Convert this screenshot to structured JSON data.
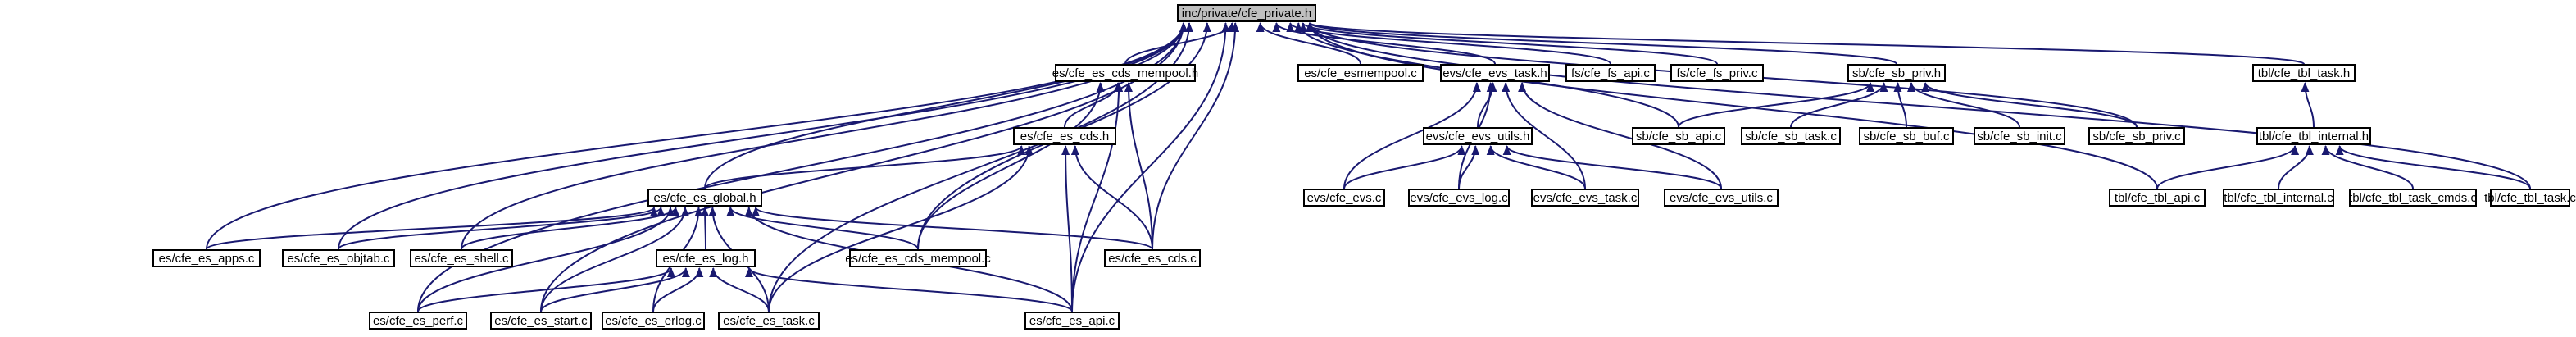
{
  "colors": {
    "edge": "#191970",
    "node_border": "#000000",
    "root_fill": "#bfbfbf",
    "node_fill": "#ffffff"
  },
  "nodes": {
    "root": "inc/private/cfe_private.h",
    "cds_mempool_h": "es/cfe_es_cds_mempool.h",
    "esmempool": "es/cfe_esmempool.c",
    "evs_task_h": "evs/cfe_evs_task.h",
    "fs_api": "fs/cfe_fs_api.c",
    "fs_priv": "fs/cfe_fs_priv.c",
    "sb_priv_h": "sb/cfe_sb_priv.h",
    "tbl_task_h": "tbl/cfe_tbl_task.h",
    "cds_h": "es/cfe_es_cds.h",
    "evs_utils_h": "evs/cfe_evs_utils.h",
    "sb_api": "sb/cfe_sb_api.c",
    "sb_task": "sb/cfe_sb_task.c",
    "sb_buf": "sb/cfe_sb_buf.c",
    "sb_init": "sb/cfe_sb_init.c",
    "sb_priv": "sb/cfe_sb_priv.c",
    "tbl_internal_h": "tbl/cfe_tbl_internal.h",
    "global_h": "es/cfe_es_global.h",
    "evs": "evs/cfe_evs.c",
    "evs_log": "evs/cfe_evs_log.c",
    "evs_task": "evs/cfe_evs_task.c",
    "evs_utils": "evs/cfe_evs_utils.c",
    "tbl_api": "tbl/cfe_tbl_api.c",
    "tbl_internal": "tbl/cfe_tbl_internal.c",
    "tbl_task_cmds": "tbl/cfe_tbl_task_cmds.c",
    "tbl_task": "tbl/cfe_tbl_task.c",
    "apps": "es/cfe_es_apps.c",
    "objtab": "es/cfe_es_objtab.c",
    "shell": "es/cfe_es_shell.c",
    "log_h": "es/cfe_es_log.h",
    "cds_mempool": "es/cfe_es_cds_mempool.c",
    "cds": "es/cfe_es_cds.c",
    "perf": "es/cfe_es_perf.c",
    "start": "es/cfe_es_start.c",
    "erlog": "es/cfe_es_erlog.c",
    "es_task": "es/cfe_es_task.c",
    "api": "es/cfe_es_api.c"
  },
  "edges": [
    [
      "cds_mempool_h",
      "root"
    ],
    [
      "esmempool",
      "root"
    ],
    [
      "evs_task_h",
      "root"
    ],
    [
      "fs_api",
      "root"
    ],
    [
      "fs_priv",
      "root"
    ],
    [
      "sb_priv_h",
      "root"
    ],
    [
      "tbl_task_h",
      "root"
    ],
    [
      "global_h",
      "root"
    ],
    [
      "apps",
      "root"
    ],
    [
      "objtab",
      "root"
    ],
    [
      "shell",
      "root"
    ],
    [
      "cds_mempool",
      "root"
    ],
    [
      "cds",
      "root"
    ],
    [
      "api",
      "root"
    ],
    [
      "perf",
      "root"
    ],
    [
      "start",
      "root"
    ],
    [
      "es_task",
      "root"
    ],
    [
      "sb_api",
      "root"
    ],
    [
      "sb_priv",
      "root"
    ],
    [
      "tbl_task",
      "root"
    ],
    [
      "tbl_api",
      "root"
    ],
    [
      "cds_h",
      "cds_mempool_h"
    ],
    [
      "cds_mempool",
      "cds_mempool_h"
    ],
    [
      "cds",
      "cds_mempool_h"
    ],
    [
      "api",
      "cds_mempool_h"
    ],
    [
      "evs_utils_h",
      "evs_task_h"
    ],
    [
      "evs",
      "evs_task_h"
    ],
    [
      "evs_log",
      "evs_task_h"
    ],
    [
      "evs_task",
      "evs_task_h"
    ],
    [
      "evs_utils",
      "evs_task_h"
    ],
    [
      "sb_api",
      "sb_priv_h"
    ],
    [
      "sb_task",
      "sb_priv_h"
    ],
    [
      "sb_buf",
      "sb_priv_h"
    ],
    [
      "sb_init",
      "sb_priv_h"
    ],
    [
      "sb_priv",
      "sb_priv_h"
    ],
    [
      "tbl_internal_h",
      "tbl_task_h"
    ],
    [
      "global_h",
      "cds_h"
    ],
    [
      "cds",
      "cds_h"
    ],
    [
      "api",
      "cds_h"
    ],
    [
      "es_task",
      "cds_h"
    ],
    [
      "evs",
      "evs_utils_h"
    ],
    [
      "evs_log",
      "evs_utils_h"
    ],
    [
      "evs_task",
      "evs_utils_h"
    ],
    [
      "evs_utils",
      "evs_utils_h"
    ],
    [
      "tbl_api",
      "tbl_internal_h"
    ],
    [
      "tbl_internal",
      "tbl_internal_h"
    ],
    [
      "tbl_task_cmds",
      "tbl_internal_h"
    ],
    [
      "tbl_task",
      "tbl_internal_h"
    ],
    [
      "apps",
      "global_h"
    ],
    [
      "objtab",
      "global_h"
    ],
    [
      "shell",
      "global_h"
    ],
    [
      "log_h",
      "global_h"
    ],
    [
      "cds_mempool",
      "global_h"
    ],
    [
      "cds",
      "global_h"
    ],
    [
      "perf",
      "global_h"
    ],
    [
      "start",
      "global_h"
    ],
    [
      "erlog",
      "global_h"
    ],
    [
      "es_task",
      "global_h"
    ],
    [
      "api",
      "global_h"
    ],
    [
      "perf",
      "log_h"
    ],
    [
      "start",
      "log_h"
    ],
    [
      "erlog",
      "log_h"
    ],
    [
      "es_task",
      "log_h"
    ],
    [
      "api",
      "log_h"
    ]
  ]
}
